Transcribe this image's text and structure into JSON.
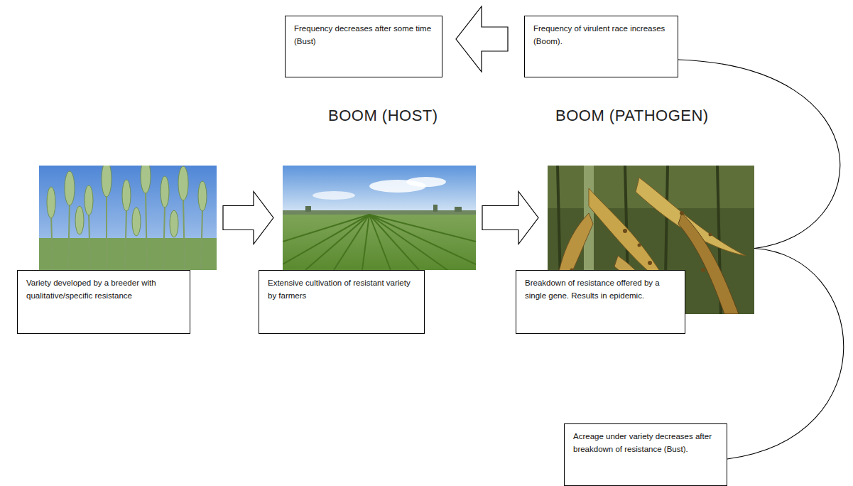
{
  "diagram": {
    "nodes": [
      {
        "text": [
          "Frequency decreases after some time (Bust)"
        ]
      },
      {
        "text": [
          "Frequency of virulent race increases (Boom)."
        ]
      },
      {
        "text": [
          "Variety developed by a breeder with qualitative/specific resistance"
        ]
      },
      {
        "text": [
          "Extensive cultivation of resistant variety by farmers"
        ]
      },
      {
        "text": [
          "Breakdown of resistance offered by a single gene. Results in epidemic."
        ]
      },
      {
        "text": [
          "Acreage under variety decreases after breakdown of resistance (Bust)."
        ]
      }
    ],
    "edges": [
      {
        "from": 1,
        "to": 0,
        "arrow": "to"
      },
      {
        "from": 2,
        "to": 3,
        "arrow": "to"
      },
      {
        "from": 3,
        "to": 4,
        "arrow": "to"
      },
      {
        "from": 4,
        "to": 1,
        "arrow": "none"
      },
      {
        "from": 4,
        "to": 5,
        "arrow": "none"
      }
    ],
    "labels": [
      "BOOM (HOST)",
      "BOOM (PATHOGEN)"
    ]
  }
}
